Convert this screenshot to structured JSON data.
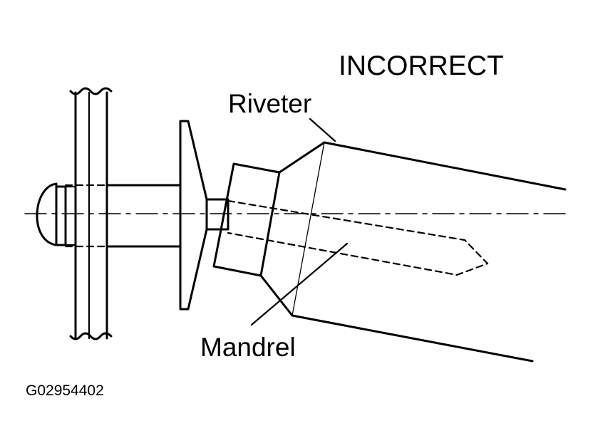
{
  "labels": {
    "status": "INCORRECT",
    "riveter": "Riveter",
    "mandrel": "Mandrel",
    "figure_id": "G02954402"
  },
  "colors": {
    "line": "#000000",
    "background": "#ffffff"
  }
}
